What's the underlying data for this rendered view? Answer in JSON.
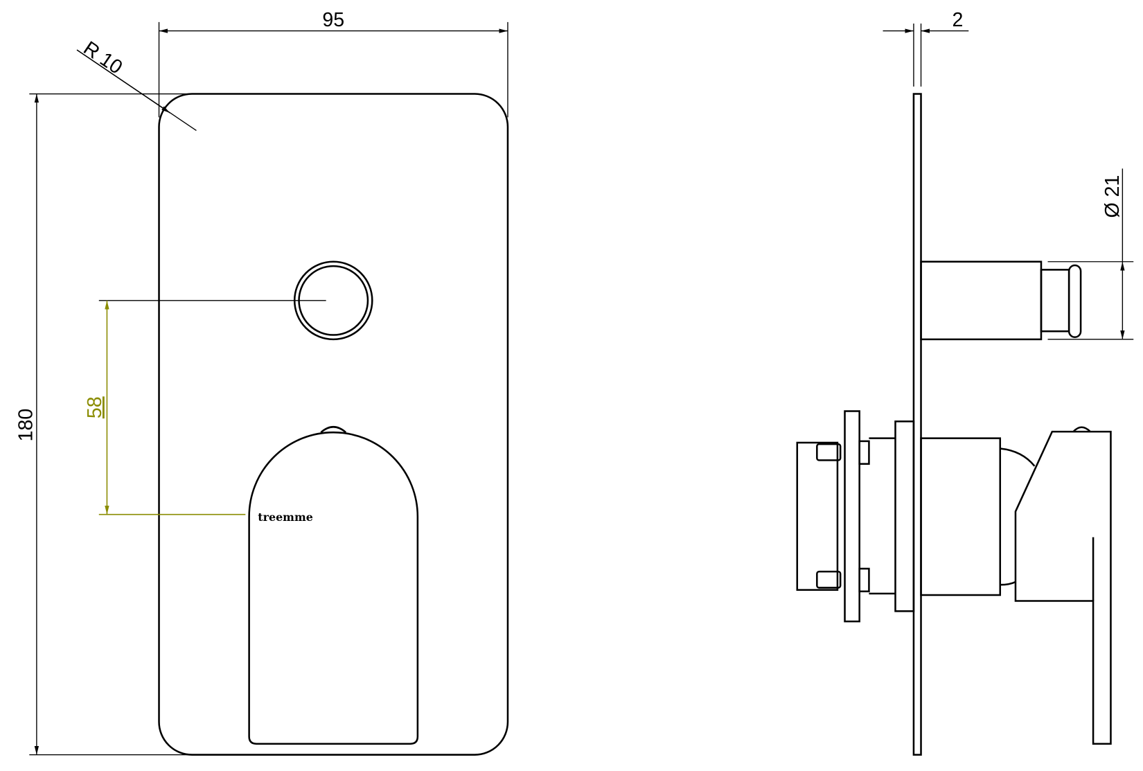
{
  "drawing": {
    "front_view": {
      "width_dim": "95",
      "height_dim": "180",
      "radius_dim": "R 10",
      "button_offset_dim": "58",
      "logo": "treemme"
    },
    "side_view": {
      "plate_thickness_dim": "2",
      "diameter_dim": "Ø 21"
    },
    "colors": {
      "line": "#000000",
      "highlight_dim": "#8a8c00"
    }
  }
}
